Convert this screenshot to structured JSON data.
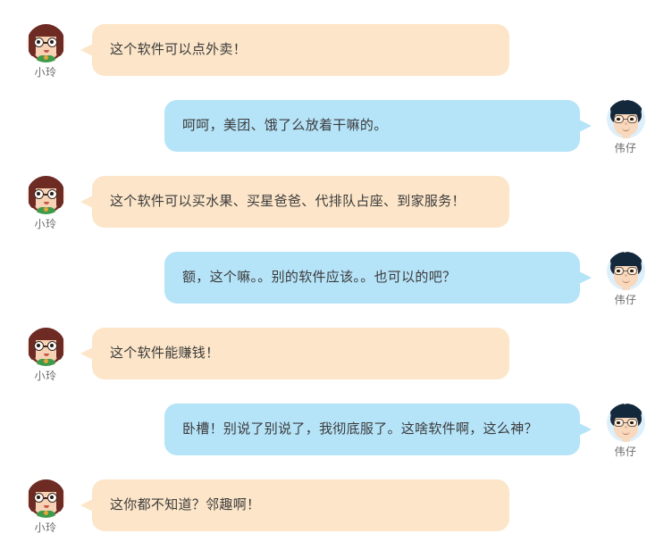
{
  "conversation": {
    "participants": [
      {
        "id": "xiaoling",
        "name": "小玲",
        "side": "left",
        "bubble_color": "#FCE5C8",
        "avatar": "girl-with-glasses-avatar"
      },
      {
        "id": "weizai",
        "name": "伟仔",
        "side": "right",
        "bubble_color": "#B5E3F8",
        "avatar": "boy-with-glasses-avatar"
      }
    ],
    "messages": [
      {
        "speaker": "小玲",
        "side": "left",
        "text": "这个软件可以点外卖！"
      },
      {
        "speaker": "伟仔",
        "side": "right",
        "text": "呵呵，美团、饿了么放着干嘛的。"
      },
      {
        "speaker": "小玲",
        "side": "left",
        "text": "这个软件可以买水果、买星爸爸、代排队占座、到家服务！"
      },
      {
        "speaker": "伟仔",
        "side": "right",
        "text": "额，这个嘛。。别的软件应该。。也可以的吧？"
      },
      {
        "speaker": "小玲",
        "side": "left",
        "text": "这个软件能赚钱！"
      },
      {
        "speaker": "伟仔",
        "side": "right",
        "text": "卧槽！别说了别说了，我彻底服了。这啥软件啊，这么神？"
      },
      {
        "speaker": "小玲",
        "side": "left",
        "text": "这你都不知道？邻趣啊！"
      }
    ]
  },
  "colors": {
    "background": "#FFFFFF",
    "bubble_left": "#FCE5C8",
    "bubble_right": "#B5E3F8",
    "text": "#3B3B3B",
    "nickname": "#6B6B6B"
  }
}
